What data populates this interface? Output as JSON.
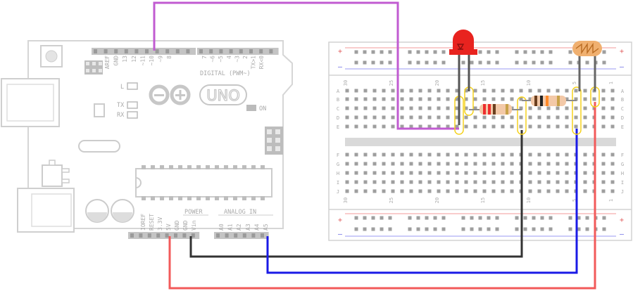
{
  "arduino": {
    "logo": "UNO",
    "digital_label": "DIGITAL (PWM~)",
    "digital_pins_left": [
      "AREF",
      "GND",
      "13",
      "12",
      "~11",
      "~10",
      "~9",
      "8"
    ],
    "digital_pins_right": [
      "7",
      "~6",
      "~5",
      "4",
      "~3",
      "2",
      "TX>1",
      "RX<0"
    ],
    "power_label": "POWER",
    "power_pins": [
      "IOREF",
      "RESET",
      "3.3V",
      "5V",
      "GND",
      "GND",
      "Vin"
    ],
    "analog_label": "ANALOG IN",
    "analog_pins": [
      "A0",
      "A1",
      "A2",
      "A3",
      "A4",
      "A5"
    ],
    "led_l": "L",
    "led_tx": "TX",
    "led_rx": "RX",
    "led_on": "ON"
  },
  "breadboard": {
    "rail_plus": "+",
    "rail_minus": "–",
    "row_letters_top": [
      "A",
      "B",
      "C",
      "D",
      "E"
    ],
    "row_letters_bottom": [
      "F",
      "G",
      "H",
      "I",
      "J"
    ],
    "col_numbers": [
      "30",
      "25",
      "20",
      "15",
      "10",
      "5",
      "1"
    ]
  },
  "wires": {
    "purple": "#c15bd1",
    "black": "#333333",
    "blue": "#1a1ae6",
    "red": "#f25a5a",
    "yellow": "#f5d21e"
  },
  "components": {
    "led_color": "#e8231f",
    "resistor_body": "#f3c9a8",
    "photoresistor_body": "#f0b070"
  }
}
